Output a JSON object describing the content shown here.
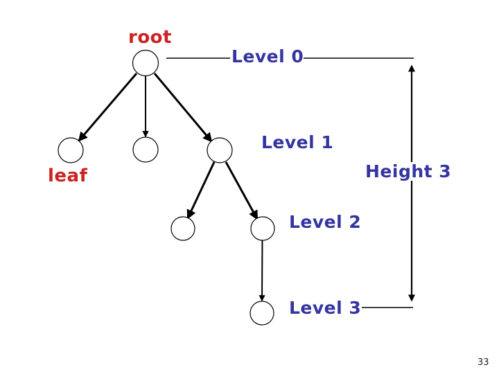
{
  "slide": {
    "page_number": "33",
    "background_color": "#ffffff"
  },
  "labels": {
    "root": "root",
    "leaf": "leaf",
    "height": "Height 3"
  },
  "levels": [
    {
      "label": "Level 0"
    },
    {
      "label": "Level 1"
    },
    {
      "label": "Level 2"
    },
    {
      "label": "Level 3"
    }
  ],
  "colors": {
    "annotation_red": "#cc2222",
    "level_blue": "#3434a2",
    "line_black": "#000000",
    "node_fill": "#ffffff"
  },
  "tree": {
    "height": 3,
    "level_count": 4,
    "nodes_per_level": [
      1,
      3,
      2,
      1
    ],
    "structure": "root has 3 children; the rightmost child has 2 children; the right one of those has 1 child (deepest leaf at level 3)"
  }
}
